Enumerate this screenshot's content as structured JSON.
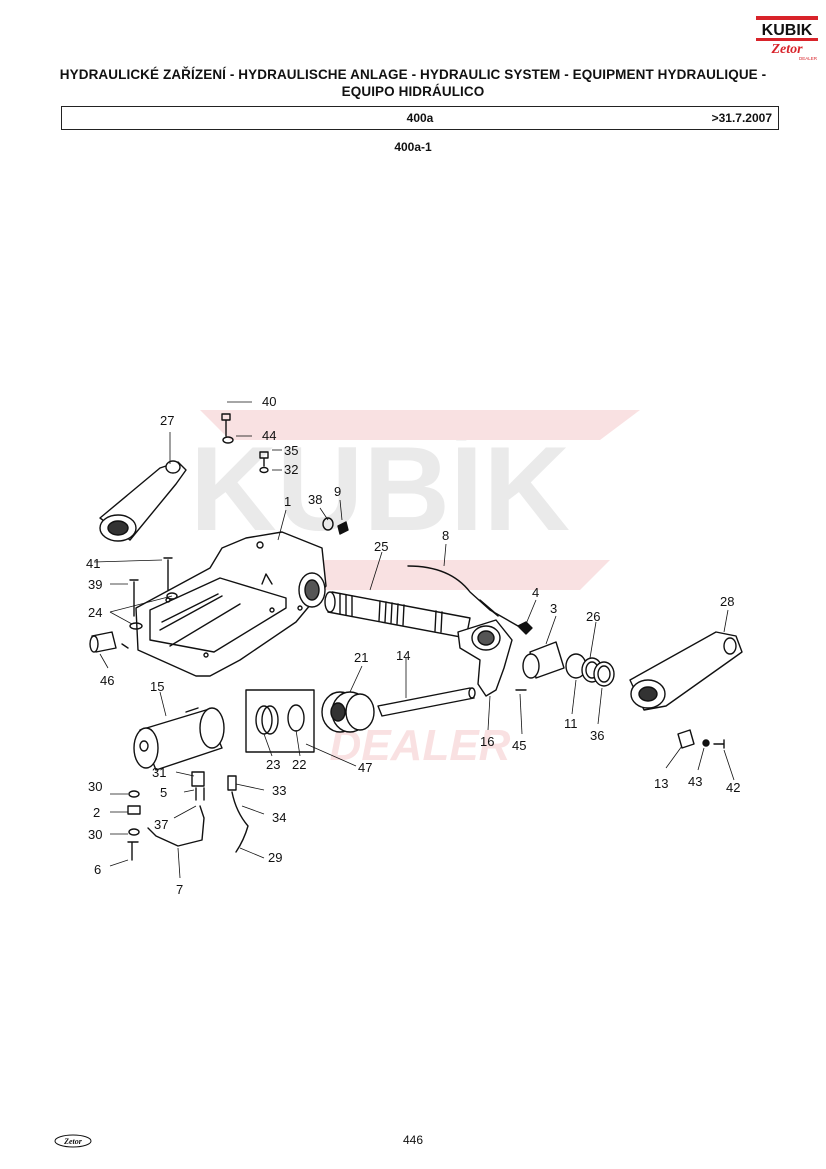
{
  "brand": {
    "kubik": "KUBIK",
    "zetor": "Zetor",
    "dealer": "DEALER",
    "footer_logo": "Zetor",
    "accent_color": "#d8232a"
  },
  "title": {
    "line1": "HYDRAULICKÉ ZAŘÍZENÍ - HYDRAULISCHE ANLAGE - HYDRAULIC SYSTEM - EQUIPMENT HYDRAULIQUE -",
    "line2": "EQUIPO HIDRÁULICO"
  },
  "section": {
    "code": "400a",
    "validity": ">31.7.2007"
  },
  "subsection": "400a-1",
  "watermark": {
    "main": "KUBÍK",
    "sub": "DEALER"
  },
  "callouts": [
    {
      "id": "1"
    },
    {
      "id": "2"
    },
    {
      "id": "3"
    },
    {
      "id": "4"
    },
    {
      "id": "5"
    },
    {
      "id": "6"
    },
    {
      "id": "7"
    },
    {
      "id": "8"
    },
    {
      "id": "9"
    },
    {
      "id": "11"
    },
    {
      "id": "13"
    },
    {
      "id": "14"
    },
    {
      "id": "15"
    },
    {
      "id": "16"
    },
    {
      "id": "21"
    },
    {
      "id": "22"
    },
    {
      "id": "23"
    },
    {
      "id": "24"
    },
    {
      "id": "25"
    },
    {
      "id": "26"
    },
    {
      "id": "27"
    },
    {
      "id": "28"
    },
    {
      "id": "29"
    },
    {
      "id": "30"
    },
    {
      "id": "30"
    },
    {
      "id": "31"
    },
    {
      "id": "32"
    },
    {
      "id": "33"
    },
    {
      "id": "34"
    },
    {
      "id": "35"
    },
    {
      "id": "36"
    },
    {
      "id": "37"
    },
    {
      "id": "38"
    },
    {
      "id": "39"
    },
    {
      "id": "40"
    },
    {
      "id": "41"
    },
    {
      "id": "42"
    },
    {
      "id": "43"
    },
    {
      "id": "44"
    },
    {
      "id": "45"
    },
    {
      "id": "46"
    },
    {
      "id": "47"
    }
  ],
  "page_number": "446"
}
